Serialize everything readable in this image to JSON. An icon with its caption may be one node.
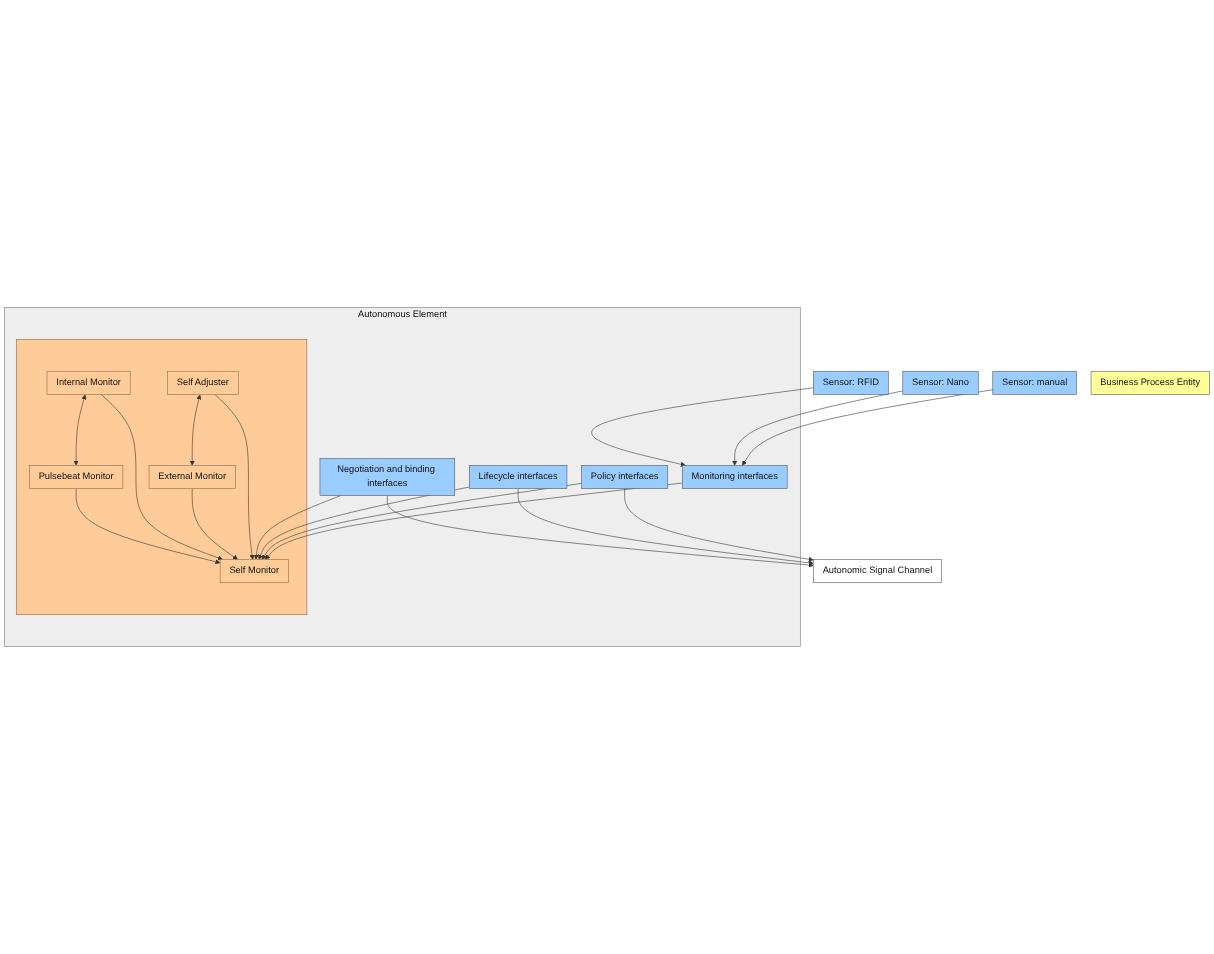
{
  "diagram": {
    "nodes": [
      {
        "text": [
          "Sensor: RFID"
        ]
      },
      {
        "text": [
          "Sensor: Nano"
        ]
      },
      {
        "text": [
          "Sensor: manual"
        ]
      },
      {
        "text": [
          "Business Process Entity"
        ]
      },
      {
        "text": [
          "Autonomous Element"
        ]
      },
      {
        "text": [
          "Monitoring interfaces"
        ],
        "in": 4
      },
      {
        "text": [
          "Policy interfaces"
        ],
        "in": 4
      },
      {
        "text": [
          "Lifecycle interfaces"
        ],
        "in": 4
      },
      {
        "text": [
          "Negotiation and binding interfaces"
        ],
        "in": 4
      },
      {
        "text": [],
        "shape": "box",
        "in": 4
      },
      {
        "text": [
          "Self Adjuster"
        ],
        "in": 9
      },
      {
        "text": [
          "Internal Monitor"
        ],
        "in": 9
      },
      {
        "text": [
          "Self Monitor"
        ],
        "in": 9
      },
      {
        "text": [
          "External Monitor"
        ],
        "in": 9
      },
      {
        "text": [
          "Pulsebeat Monitor"
        ],
        "in": 9
      },
      {
        "text": [
          "Autonomic Signal Channel"
        ]
      }
    ],
    "edges": [
      {
        "from": 0,
        "to": 5,
        "arrow": "to"
      },
      {
        "from": 1,
        "to": 5,
        "arrow": "to"
      },
      {
        "from": 2,
        "to": 5,
        "arrow": "to"
      },
      {
        "from": 5,
        "to": 12,
        "arrow": "to"
      },
      {
        "from": 6,
        "to": 12,
        "arrow": "to"
      },
      {
        "from": 7,
        "to": 12,
        "arrow": "to"
      },
      {
        "from": 8,
        "to": 12,
        "arrow": "to"
      },
      {
        "from": 6,
        "to": 15,
        "arrow": "to"
      },
      {
        "from": 7,
        "to": 15,
        "arrow": "to"
      },
      {
        "from": 8,
        "to": 15,
        "arrow": "to"
      },
      {
        "from": 10,
        "to": 13,
        "arrow": "both"
      },
      {
        "from": 10,
        "to": 12,
        "arrow": "to"
      },
      {
        "from": 13,
        "to": 12,
        "arrow": "to"
      },
      {
        "from": 11,
        "to": 14,
        "arrow": "both"
      },
      {
        "from": 11,
        "to": 12,
        "arrow": "to"
      },
      {
        "from": 14,
        "to": 12,
        "arrow": "to"
      }
    ]
  }
}
